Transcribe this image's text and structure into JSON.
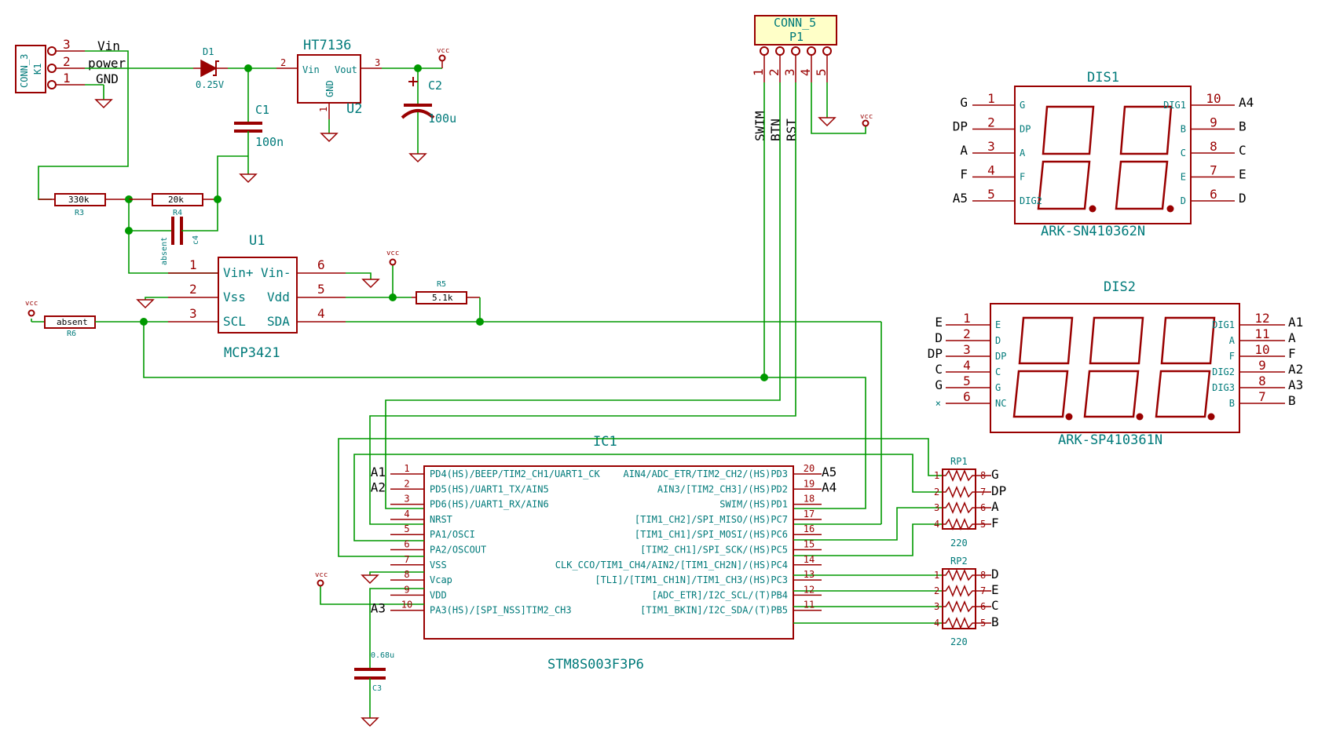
{
  "power": {
    "vcc": "vcc"
  },
  "K1": {
    "type": "CONN_3",
    "ref": "K1",
    "pins": [
      "3",
      "2",
      "1"
    ],
    "nets": [
      "Vin",
      "power",
      "GND"
    ]
  },
  "D1": {
    "ref": "D1",
    "value": "0.25V"
  },
  "U2": {
    "value": "HT7136",
    "ref": "U2",
    "pin_vin": "Vin",
    "pin_vout": "Vout",
    "pin_gnd": "GND",
    "n1": "1",
    "n2": "2",
    "n3": "3"
  },
  "C1": {
    "ref": "C1",
    "value": "100n"
  },
  "C2": {
    "ref": "C2",
    "value": "100u"
  },
  "R3": {
    "ref": "R3",
    "value": "330k"
  },
  "R4": {
    "ref": "R4",
    "value": "20k"
  },
  "C4": {
    "ref": "c4",
    "value": "absent"
  },
  "R5": {
    "ref": "R5",
    "value": "5.1k"
  },
  "R6": {
    "ref": "R6",
    "value": "absent"
  },
  "C3": {
    "ref": "C3",
    "value": "0.68u"
  },
  "U1": {
    "ref": "U1",
    "value": "MCP3421",
    "left_pins": [
      [
        "1",
        "Vin+"
      ],
      [
        "2",
        "Vss"
      ],
      [
        "3",
        "SCL"
      ]
    ],
    "right_pins": [
      [
        "6",
        "Vin-"
      ],
      [
        "5",
        "Vdd"
      ],
      [
        "4",
        "SDA"
      ]
    ]
  },
  "P1": {
    "type": "CONN_5",
    "ref": "P1",
    "pins": [
      "1",
      "2",
      "3",
      "4",
      "5"
    ],
    "nets": [
      "SWIM",
      "BTN",
      "RST"
    ]
  },
  "DIS1": {
    "ref": "DIS1",
    "value": "ARK-SN410362N",
    "left_pins": [
      [
        "1",
        "G",
        "G"
      ],
      [
        "2",
        "DP",
        "DP"
      ],
      [
        "3",
        "A",
        "A"
      ],
      [
        "4",
        "F",
        "F"
      ],
      [
        "5",
        "DIG2",
        "A5"
      ]
    ],
    "right_pins": [
      [
        "10",
        "DIG1",
        "A4"
      ],
      [
        "9",
        "B",
        "B"
      ],
      [
        "8",
        "C",
        "C"
      ],
      [
        "7",
        "E",
        "E"
      ],
      [
        "6",
        "D",
        "D"
      ]
    ]
  },
  "DIS2": {
    "ref": "DIS2",
    "value": "ARK-SP410361N",
    "left_pins": [
      [
        "1",
        "E",
        "E"
      ],
      [
        "2",
        "D",
        "D"
      ],
      [
        "3",
        "DP",
        "DP"
      ],
      [
        "4",
        "C",
        "C"
      ],
      [
        "5",
        "G",
        "G"
      ],
      [
        "6",
        "NC",
        ""
      ]
    ],
    "right_pins": [
      [
        "12",
        "DIG1",
        "A1"
      ],
      [
        "11",
        "A",
        "A"
      ],
      [
        "10",
        "F",
        "F"
      ],
      [
        "9",
        "DIG2",
        "A2"
      ],
      [
        "8",
        "DIG3",
        "A3"
      ],
      [
        "7",
        "B",
        "B"
      ]
    ]
  },
  "IC1": {
    "ref": "IC1",
    "value": "STM8S003F3P6",
    "left_pins": [
      [
        "1",
        "PD4(HS)/BEEP/TIM2_CH1/UART1_CK",
        "A1"
      ],
      [
        "2",
        "PD5(HS)/UART1_TX/AIN5",
        "A2"
      ],
      [
        "3",
        "PD6(HS)/UART1_RX/AIN6",
        ""
      ],
      [
        "4",
        "NRST",
        ""
      ],
      [
        "5",
        "PA1/OSCI",
        ""
      ],
      [
        "6",
        "PA2/OSCOUT",
        ""
      ],
      [
        "7",
        "VSS",
        ""
      ],
      [
        "8",
        "Vcap",
        ""
      ],
      [
        "9",
        "VDD",
        ""
      ],
      [
        "10",
        "PA3(HS)/[SPI_NSS]TIM2_CH3",
        "A3"
      ]
    ],
    "right_pins": [
      [
        "20",
        "AIN4/ADC_ETR/TIM2_CH2/(HS)PD3",
        "A5"
      ],
      [
        "19",
        "AIN3/[TIM2_CH3]/(HS)PD2",
        "A4"
      ],
      [
        "18",
        "SWIM/(HS)PD1",
        ""
      ],
      [
        "17",
        "[TIM1_CH2]/SPI_MISO/(HS)PC7",
        ""
      ],
      [
        "16",
        "[TIM1_CH1]/SPI_MOSI/(HS)PC6",
        ""
      ],
      [
        "15",
        "[TIM2_CH1]/SPI_SCK/(HS)PC5",
        ""
      ],
      [
        "14",
        "CLK_CCO/TIM1_CH4/AIN2/[TIM1_CH2N]/(HS)PC4",
        ""
      ],
      [
        "13",
        "[TLI]/[TIM1_CH1N]/TIM1_CH3/(HS)PC3",
        ""
      ],
      [
        "12",
        "[ADC_ETR]/I2C_SCL/(T)PB4",
        ""
      ],
      [
        "11",
        "[TIM1_BKIN]/I2C_SDA/(T)PB5",
        ""
      ]
    ]
  },
  "RP1": {
    "ref": "RP1",
    "value": "220",
    "left": [
      "1",
      "2",
      "3",
      "4"
    ],
    "right": [
      "8",
      "7",
      "6",
      "5"
    ],
    "nets": [
      "G",
      "DP",
      "A",
      "F"
    ]
  },
  "RP2": {
    "ref": "RP2",
    "value": "220",
    "left": [
      "1",
      "2",
      "3",
      "4"
    ],
    "right": [
      "8",
      "7",
      "6",
      "5"
    ],
    "nets": [
      "D",
      "E",
      "C",
      "B"
    ]
  }
}
